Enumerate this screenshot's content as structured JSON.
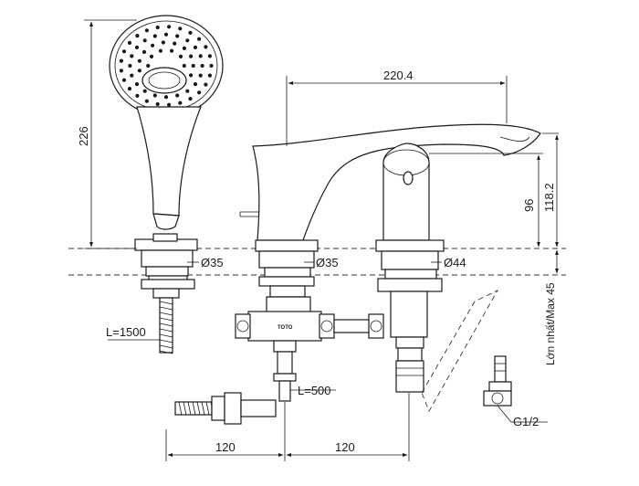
{
  "dimensions": {
    "spout_reach": "220.4",
    "shower_height": "226",
    "lever_height": "96",
    "spout_height": "118.2",
    "hole_shower": "Ø35",
    "hole_spout": "Ø35",
    "hole_mixer": "Ø44",
    "hose_length": "L=1500",
    "supply_length": "L=500",
    "spacing_left": "120",
    "spacing_right": "120",
    "thread": "G1/2",
    "deck_thickness": "Lớn nhất/Max 45"
  },
  "brand_label": "TOTO",
  "icons": {
    "handshower": "handshower-icon",
    "spout": "spout-icon",
    "mixer": "mixer-icon"
  },
  "colors": {
    "line": "#1a1a1a",
    "background": "#ffffff"
  }
}
